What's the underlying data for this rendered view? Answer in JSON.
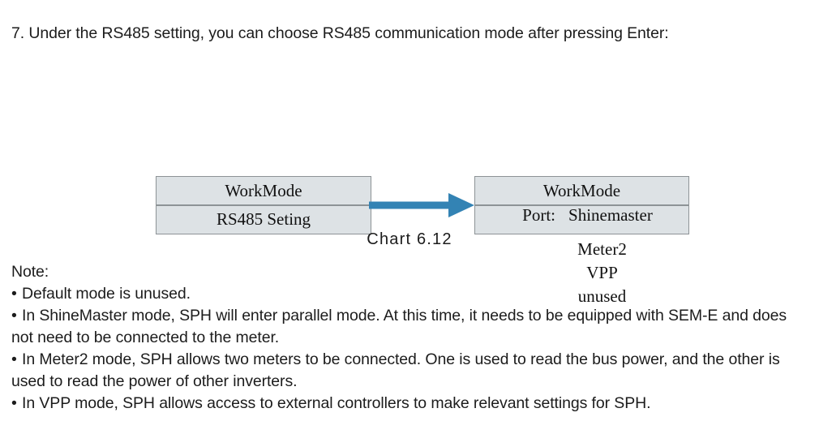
{
  "document": {
    "intro_paragraph": "7. Under the RS485 setting, you can choose RS485 communication mode after pressing Enter:",
    "caption": "Chart 6.12"
  },
  "diagram": {
    "colors": {
      "screen_fill": "#dde2e5",
      "screen_border": "#8d9396",
      "arrow": "#3383b4",
      "text": "#111111"
    },
    "left_screen": {
      "title": "WorkMode",
      "row": "RS485 Seting"
    },
    "arrow": {
      "label": "flow-arrow",
      "direction": "right"
    },
    "right_screen": {
      "title": "WorkMode",
      "setting_label": "Port:",
      "selected_value": "Shinemaster",
      "options": [
        "Meter2",
        "VPP",
        "unused"
      ]
    }
  },
  "notes": {
    "heading": "Note:",
    "bullet_glyph": "•",
    "items": [
      "Default mode is unused.",
      "In ShineMaster mode, SPH will enter parallel mode. At this time, it needs to be equipped with SEM-E and does not need to be connected to the meter.",
      "In Meter2 mode, SPH allows two meters to be connected. One is used to read the bus power, and the other is used to read the power of other inverters.",
      "In VPP mode, SPH allows access to external controllers to make relevant settings for SPH."
    ]
  }
}
